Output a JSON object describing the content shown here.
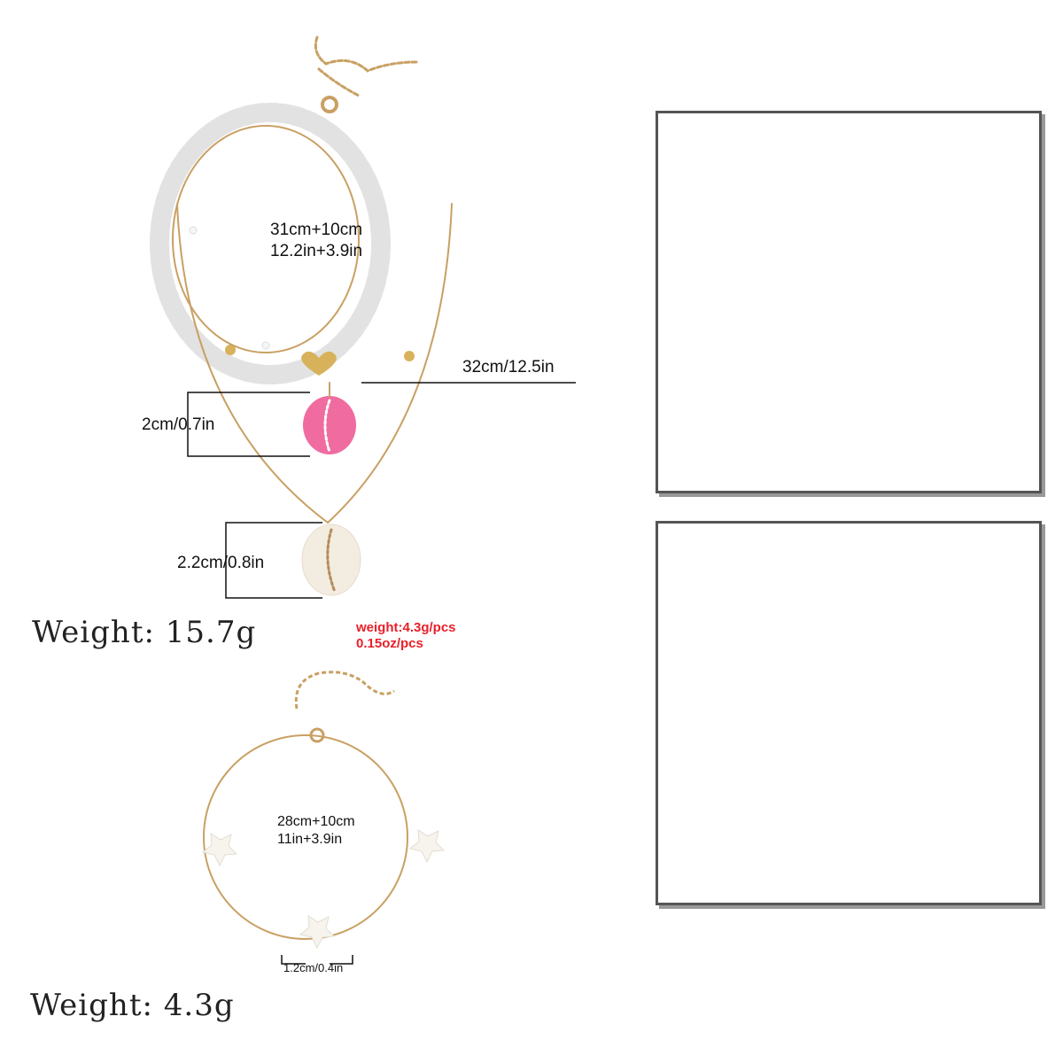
{
  "necklace": {
    "length_line1": "31cm+10cm",
    "length_line2": "12.2in+3.9in",
    "strand_length": "32cm/12.5in",
    "pink_shell_size": "2cm/0.7in",
    "white_shell_size": "2.2cm/0.8in",
    "weight": "Weight: 15.7g"
  },
  "per_piece": {
    "weight_g": "weight:4.3g/pcs",
    "weight_oz": "0.15oz/pcs"
  },
  "anklet": {
    "length_line1": "28cm+10cm",
    "length_line2": "11in+3.9in",
    "star_size": "1.2cm/0.4in",
    "weight": "Weight: 4.3g"
  },
  "colors": {
    "gold_chain": "#c9a063",
    "pink_shell": "#f06ba0",
    "white_shell": "#f3ece0",
    "panel_border": "#555555",
    "red_text": "#e8202a"
  }
}
